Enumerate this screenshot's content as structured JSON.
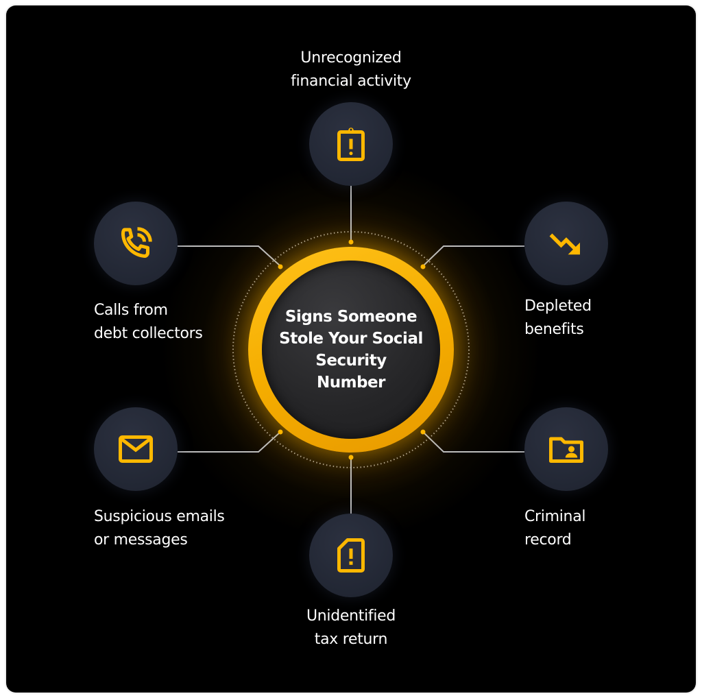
{
  "diagram": {
    "title": "Signs Someone Stole Your Social Security Number",
    "colors": {
      "background": "#000000",
      "accent": "#FFB800",
      "node_fill": "#252A37",
      "connector": "#BBBBBB",
      "text": "#FFFFFF"
    },
    "nodes": [
      {
        "id": "top",
        "label_line1": "Unrecognized",
        "label_line2": "financial activity",
        "icon": "clipboard-alert-icon"
      },
      {
        "id": "left-top",
        "label_line1": "Calls from",
        "label_line2": "debt collectors",
        "icon": "phone-ringing-icon"
      },
      {
        "id": "right-top",
        "label_line1": "Depleted",
        "label_line2": "benefits",
        "icon": "trending-down-icon"
      },
      {
        "id": "left-bottom",
        "label_line1": "Suspicious emails",
        "label_line2": "or messages",
        "icon": "envelope-icon"
      },
      {
        "id": "right-bottom",
        "label_line1": "Criminal",
        "label_line2": "record",
        "icon": "folder-user-icon"
      },
      {
        "id": "bottom",
        "label_line1": "Unidentified",
        "label_line2": "tax return",
        "icon": "document-alert-icon"
      }
    ]
  }
}
